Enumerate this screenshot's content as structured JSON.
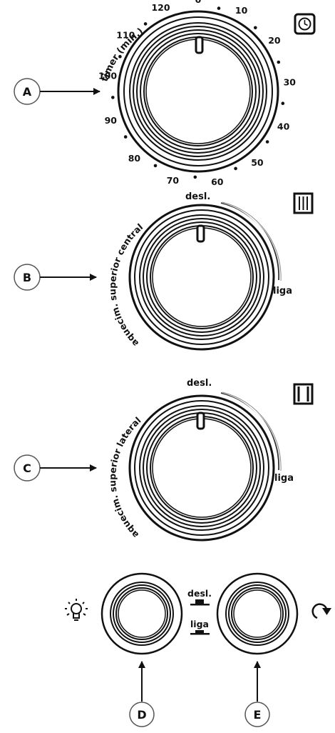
{
  "timer_knob": {
    "callout": "A",
    "arc_label": "timer (min.)",
    "ticks": [
      "0",
      "10",
      "20",
      "30",
      "40",
      "50",
      "60",
      "70",
      "80",
      "90",
      "100",
      "110",
      "120"
    ],
    "icon": "clock-icon"
  },
  "central_knob": {
    "callout": "B",
    "arc_label": "aquecim. superior central",
    "off_label": "desl.",
    "on_label": "liga",
    "icon": "center-heating-element-icon"
  },
  "lateral_knob": {
    "callout": "C",
    "arc_label": "aquecim. superior lateral",
    "off_label": "desl.",
    "on_label": "liga",
    "icon": "side-heating-element-icon"
  },
  "lamp_knob": {
    "callout": "D",
    "icon": "light-bulb-icon"
  },
  "rotisserie_knob": {
    "callout": "E",
    "icon": "rotate-arrow-icon"
  },
  "switch_legend": {
    "off_label": "desl.",
    "on_label": "liga"
  }
}
